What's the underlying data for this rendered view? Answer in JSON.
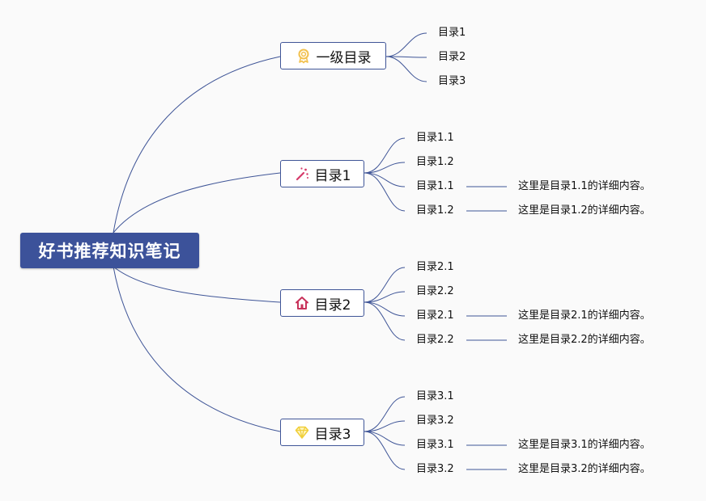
{
  "root": {
    "label": "好书推荐知识笔记"
  },
  "branches": [
    {
      "label": "一级目录",
      "icon": "medal-icon",
      "children": [
        {
          "label": "目录1"
        },
        {
          "label": "目录2"
        },
        {
          "label": "目录3"
        }
      ]
    },
    {
      "label": "目录1",
      "icon": "magic-wand-icon",
      "children": [
        {
          "label": "目录1.1"
        },
        {
          "label": "目录1.2"
        },
        {
          "label": "目录1.1",
          "detail": "这里是目录1.1的详细内容。"
        },
        {
          "label": "目录1.2",
          "detail": "这里是目录1.2的详细内容。"
        }
      ]
    },
    {
      "label": "目录2",
      "icon": "home-icon",
      "children": [
        {
          "label": "目录2.1"
        },
        {
          "label": "目录2.2"
        },
        {
          "label": "目录2.1",
          "detail": "这里是目录2.1的详细内容。"
        },
        {
          "label": "目录2.2",
          "detail": "这里是目录2.2的详细内容。"
        }
      ]
    },
    {
      "label": "目录3",
      "icon": "diamond-icon",
      "children": [
        {
          "label": "目录3.1"
        },
        {
          "label": "目录3.2"
        },
        {
          "label": "目录3.1",
          "detail": "这里是目录3.1的详细内容。"
        },
        {
          "label": "目录3.2",
          "detail": "这里是目录3.2的详细内容。"
        }
      ]
    }
  ],
  "colors": {
    "root_fill": "#3c529a",
    "line": "#3f5597",
    "medal": "#f2c14e",
    "wand": "#d63a6a",
    "home": "#c8325a",
    "diamond": "#f0cf3a"
  }
}
